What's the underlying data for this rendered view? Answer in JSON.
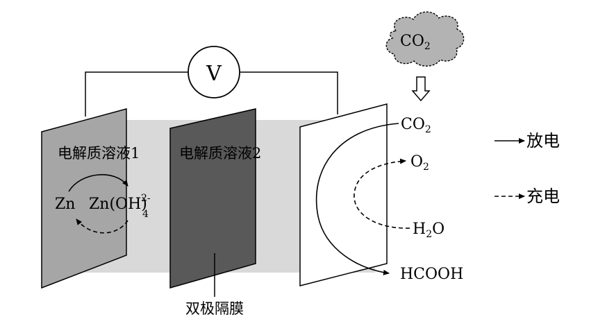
{
  "voltmeter": {
    "symbol": "V"
  },
  "cloud": {
    "formula": "CO",
    "subscript": "2"
  },
  "electrolyte": {
    "left": "电解质溶液1",
    "right": "电解质溶液2"
  },
  "membrane": {
    "label": "双极隔膜"
  },
  "left_species": {
    "zn": "Zn",
    "zincate": "Zn(OH)",
    "zincate_charge": "2-",
    "zincate_sub": "4"
  },
  "right_species": {
    "co2": "CO",
    "co2_sub": "2",
    "o2": "O",
    "o2_sub": "2",
    "h2o_h": "H",
    "h2o_sub": "2",
    "h2o_o": "O",
    "hcooh": "HCOOH"
  },
  "legend": {
    "discharge": "放电",
    "charge": "充电"
  },
  "colors": {
    "solution_fill": "#d9d9d9",
    "left_plate": "#a6a6a6",
    "membrane_plate": "#595959",
    "right_plate": "#ffffff",
    "cloud_fill": "#b3b3b3",
    "line": "#000000"
  }
}
